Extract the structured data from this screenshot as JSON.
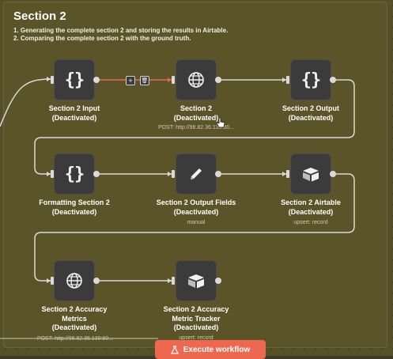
{
  "sticky": {
    "title": "Section 2",
    "lines": [
      "1. Generating the complete section 2 and storing the results in Airtable.",
      "2. Comparing the complete section 2 with the ground truth."
    ]
  },
  "nodes": [
    {
      "id": "n1",
      "label": "Section 2 Input",
      "status": "(Deactivated)",
      "icon": "code-braces-icon",
      "sub": ""
    },
    {
      "id": "n2",
      "label": "Section 2",
      "status": "(Deactivated)",
      "icon": "globe-icon",
      "sub": "POST: http://98.82.36.139:80..."
    },
    {
      "id": "n3",
      "label": "Section 2 Output",
      "status": "(Deactivated)",
      "icon": "code-braces-icon",
      "sub": ""
    },
    {
      "id": "n4",
      "label": "Formatting Section 2",
      "status": "(Deactivated)",
      "icon": "code-braces-icon",
      "sub": ""
    },
    {
      "id": "n5",
      "label": "Section 2 Output Fields",
      "status": "(Deactivated)",
      "icon": "pencil-icon",
      "sub": "manual"
    },
    {
      "id": "n6",
      "label": "Section 2 Airtable",
      "status": "(Deactivated)",
      "icon": "airtable-icon",
      "sub": "upsert: record"
    },
    {
      "id": "n7",
      "label1": "Section 2 Accuracy",
      "label2": "Metrics",
      "status": "(Deactivated)",
      "icon": "globe-icon",
      "sub": "POST: http://98.82.36.139:80..."
    },
    {
      "id": "n8",
      "label1": "Section 2 Accuracy",
      "label2": "Metric Tracker",
      "status": "(Deactivated)",
      "icon": "airtable-icon",
      "sub": "upsert: record"
    }
  ],
  "edge_buttons": {
    "add": "+",
    "delete": "🗑"
  },
  "execute_button": {
    "label": "Execute workflow",
    "icon": "flask-icon"
  },
  "colors": {
    "accent": "#ee6850",
    "sticky": "#5b5428",
    "node": "#3b3b3c",
    "active_wire": "#e2694f"
  }
}
